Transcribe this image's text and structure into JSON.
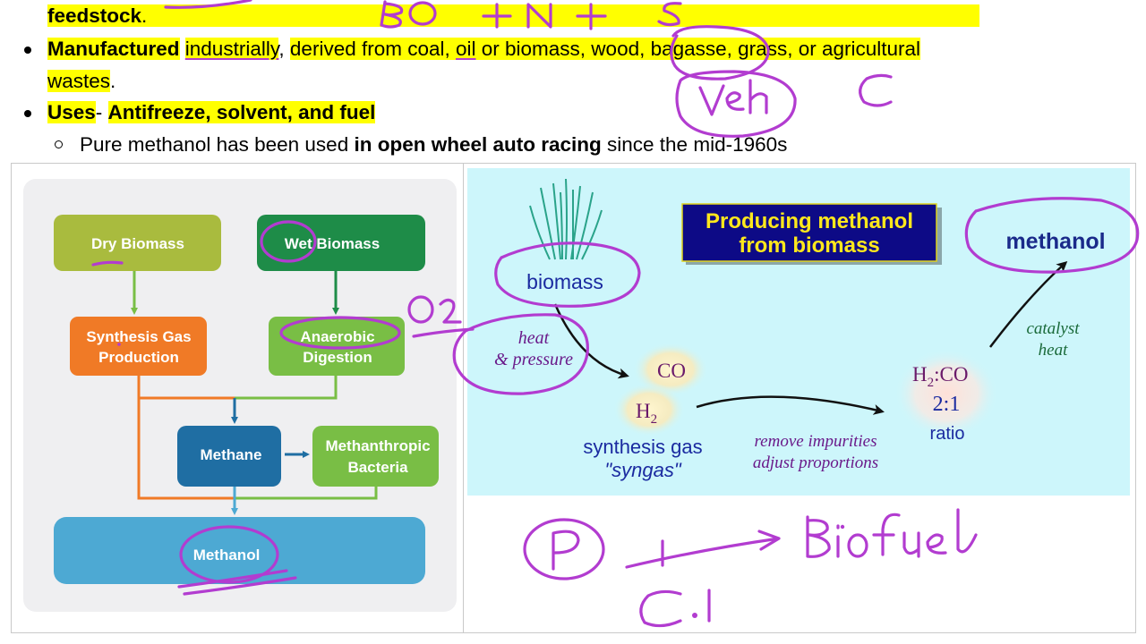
{
  "doc": {
    "line0": {
      "bold": "feedstock",
      "tail": "."
    },
    "line1": {
      "bold": "Manufactured",
      "s1": " ",
      "industrially": "industrially",
      "s2": ", ",
      "derived": "derived from coal, ",
      "oil": "oil",
      "rest": " or biomass, wood, bagasse, grass, or agricultural"
    },
    "line2": {
      "pre": "wastes",
      "tail": "."
    },
    "line3": {
      "bold": "Uses",
      "dash": "- ",
      "boldhl": "Antifreeze, solvent, and fuel"
    },
    "line4": {
      "pre": "Pure methanol has been used ",
      "bold": "in open wheel auto racing",
      "post": " since the mid-1960s"
    }
  },
  "flowchart": {
    "dry": "Dry Biomass",
    "wet": "Wet Biomass",
    "synthesis": [
      "Synthesis Gas",
      "Production"
    ],
    "anaerobic": [
      "Anaerobic",
      "Digestion"
    ],
    "methane": "Methane",
    "bacteria": [
      "Methanthropic",
      "Bacteria"
    ],
    "methanol": "Methanol",
    "colors": {
      "olive": "#a9bb3e",
      "green": "#1e8c48",
      "orange": "#f07a26",
      "lightgreen": "#79be45",
      "blue": "#1f6ea3",
      "skyblue": "#4da9d3"
    }
  },
  "process": {
    "title": [
      "Producing methanol",
      "from biomass"
    ],
    "biomass": "biomass",
    "heat": [
      "heat",
      "& pressure"
    ],
    "co": "CO",
    "h2": "H",
    "h2_sub": "2",
    "syngas": [
      "synthesis gas",
      "\"syngas\""
    ],
    "remove": [
      "remove impurities",
      "adjust proportions"
    ],
    "ratio_h": "H",
    "ratio_sub": "2",
    "ratio_co": ":CO",
    "ratio_val": "2:1",
    "ratio_label": "ratio",
    "catalyst": [
      "catalyst",
      "heat"
    ],
    "methanol": "methanol",
    "colors": {
      "background": "#cdf6fb",
      "title_bg": "#0d0a86",
      "title_text": "#ffe81c"
    }
  },
  "ink": {
    "top": "Bo + N + S",
    "veh": "Veh",
    "c": "C",
    "o2": "O2",
    "p": "P",
    "biofuel": "Biofuel",
    "ci": "C.I",
    "color": "#b23cd0"
  }
}
